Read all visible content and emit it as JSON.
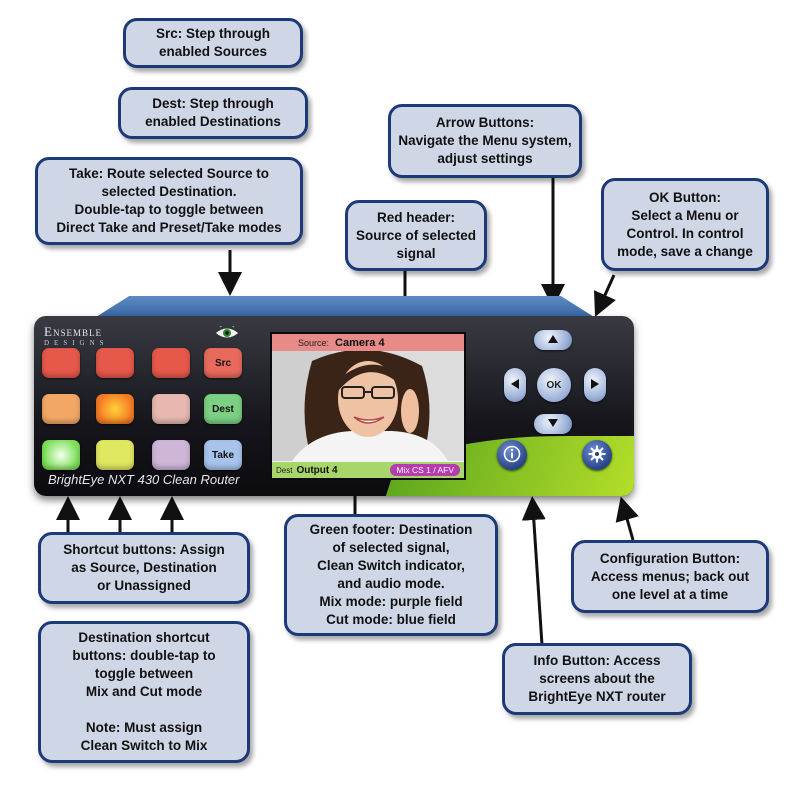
{
  "callouts": {
    "src": {
      "l1_bold": "Src",
      "l1": ": Step through",
      "l2": "enabled Sources"
    },
    "dest": {
      "l1_bold": "Dest",
      "l1": ":  Step through",
      "l2": "enabled Destinations"
    },
    "take": {
      "l1_bold": "Take",
      "l1": ": Route selected Source to",
      "l2": "selected Destination.",
      "l3": "Double-tap to toggle between",
      "l4": "Direct Take and Preset/Take modes"
    },
    "arrow": {
      "l1": "Arrow Buttons:",
      "l2": "Navigate the Menu system,",
      "l3": "adjust settings"
    },
    "ok": {
      "l1": "OK Button:",
      "l2": "Select a Menu or",
      "l3": "Control. In control",
      "l4": "mode, save a change"
    },
    "red_header": {
      "l1": "Red header:",
      "l2": "Source of selected",
      "l3": "signal"
    },
    "shortcut": {
      "l1": "Shortcut buttons: Assign",
      "l2": "as Source, Destination",
      "l3": "or Unassigned"
    },
    "green_footer": {
      "l1": "Green footer: Destination",
      "l2": "of selected signal,",
      "l3": "Clean Switch indicator,",
      "l4": "and audio mode.",
      "l5": "Mix mode: purple field",
      "l6": "Cut mode: blue field"
    },
    "config": {
      "l1": "Configuration Button:",
      "l2": "Access menus; back out",
      "l3": "one level at a time"
    },
    "dest_shortcut": {
      "l1": "Destination shortcut",
      "l2": "buttons: double-tap to",
      "l3": "toggle between",
      "l4": "Mix and Cut mode",
      "l6": "Note: Must assign",
      "l7": "Clean Switch to Mix"
    },
    "info": {
      "l1": "Info Button: Access",
      "l2": "screens about the",
      "l3": "BrightEye NXT router"
    }
  },
  "device": {
    "logo": "Ensemble",
    "logo_sub": "DESIGNS",
    "brand": "BrightEye NXT 430 Clean Router",
    "buttons": {
      "src": "Src",
      "dest": "Dest",
      "take": "Take",
      "ok": "OK"
    },
    "screen": {
      "source_label": "Source:",
      "source_value": "Camera 4",
      "dest_label": "Dest",
      "dest_value": "Output 4",
      "mix_badge": "Mix CS 1 / AFV"
    },
    "icons": [
      "eye-icon",
      "arrow-up-icon",
      "arrow-down-icon",
      "arrow-left-icon",
      "arrow-right-icon",
      "info-icon",
      "gear-icon"
    ]
  },
  "colors": {
    "callout_border": "#1d3a78",
    "callout_fill": "#cfd6e6",
    "screen_header": "#e78a88",
    "screen_footer": "#a9d66a",
    "mix_field": "#b73bb0"
  }
}
